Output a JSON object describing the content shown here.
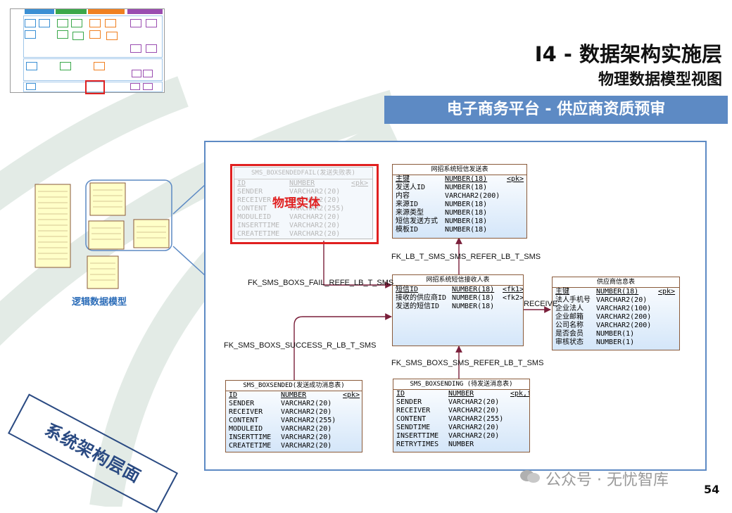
{
  "header": {
    "title": "I4 - 数据架构实施层",
    "subtitle": "物理数据模型视图",
    "band": "电子商务平台 - 供应商资质预审"
  },
  "logical_model": {
    "label": "逻辑数据模型"
  },
  "physical_label": "物理实体",
  "entities": {
    "failed": {
      "title": "SMS_BOXSENDEDFAIL(发送失败表)",
      "rows": [
        {
          "name": "ID",
          "type": "NUMBER",
          "key": "<pk>"
        },
        {
          "name": "SENDER",
          "type": "VARCHAR2(20)",
          "key": ""
        },
        {
          "name": "RECEIVER",
          "type": "VARCHAR2(20)",
          "key": ""
        },
        {
          "name": "CONTENT",
          "type": "VARCHAR2(255)",
          "key": ""
        },
        {
          "name": "MODULEID",
          "type": "VARCHAR2(20)",
          "key": ""
        },
        {
          "name": "INSERTTIME",
          "type": "VARCHAR2(20)",
          "key": ""
        },
        {
          "name": "CREATETIME",
          "type": "VARCHAR2(20)",
          "key": ""
        }
      ]
    },
    "sms_send": {
      "title": "网招系统短信发送表",
      "rows": [
        {
          "name": "主键",
          "type": "NUMBER(18)",
          "key": "<pk>"
        },
        {
          "name": "发送人ID",
          "type": "NUMBER(18)",
          "key": ""
        },
        {
          "name": "内容",
          "type": "VARCHAR2(200)",
          "key": ""
        },
        {
          "name": "来源ID",
          "type": "NUMBER(18)",
          "key": ""
        },
        {
          "name": "来源类型",
          "type": "NUMBER(18)",
          "key": ""
        },
        {
          "name": "短信发送方式",
          "type": "NUMBER(18)",
          "key": ""
        },
        {
          "name": "模板ID",
          "type": "NUMBER(18)",
          "key": ""
        }
      ]
    },
    "sms_receiver": {
      "title": "网招系统短信接收人表",
      "rows": [
        {
          "name": "短信ID",
          "type": "NUMBER(18)",
          "key": "<fk1>"
        },
        {
          "name": "接收的供应商ID",
          "type": "NUMBER(18)",
          "key": "<fk2>"
        },
        {
          "name": "发送的短信ID",
          "type": "NUMBER(18)",
          "key": ""
        }
      ]
    },
    "supplier": {
      "title": "供应商信息表",
      "rows": [
        {
          "name": "主键",
          "type": "NUMBER(18)",
          "key": "<pk>"
        },
        {
          "name": "法人手机号",
          "type": "VARCHAR2(20)",
          "key": ""
        },
        {
          "name": "企业法人",
          "type": "VARCHAR2(100)",
          "key": ""
        },
        {
          "name": "企业邮箱",
          "type": "VARCHAR2(200)",
          "key": ""
        },
        {
          "name": "公司名称",
          "type": "VARCHAR2(200)",
          "key": ""
        },
        {
          "name": "是否会员",
          "type": "NUMBER(1)",
          "key": ""
        },
        {
          "name": "审核状态",
          "type": "NUMBER(1)",
          "key": ""
        }
      ]
    },
    "sended": {
      "title": "SMS_BOXSENDED(发送成功消息表)",
      "rows": [
        {
          "name": "ID",
          "type": "NUMBER",
          "key": "<pk>"
        },
        {
          "name": "SENDER",
          "type": "VARCHAR2(20)",
          "key": ""
        },
        {
          "name": "RECEIVER",
          "type": "VARCHAR2(20)",
          "key": ""
        },
        {
          "name": "CONTENT",
          "type": "VARCHAR2(255)",
          "key": ""
        },
        {
          "name": "MODULEID",
          "type": "VARCHAR2(20)",
          "key": ""
        },
        {
          "name": "INSERTTIME",
          "type": "VARCHAR2(20)",
          "key": ""
        },
        {
          "name": "CREATETIME",
          "type": "VARCHAR2(20)",
          "key": ""
        }
      ]
    },
    "sending": {
      "title": "SMS_BOXSENDING (待发送消息表)",
      "rows": [
        {
          "name": "ID",
          "type": "NUMBER",
          "key": "<pk,fk>"
        },
        {
          "name": "SENDER",
          "type": "VARCHAR2(20)",
          "key": ""
        },
        {
          "name": "RECEIVER",
          "type": "VARCHAR2(20)",
          "key": ""
        },
        {
          "name": "CONTENT",
          "type": "VARCHAR2(255)",
          "key": ""
        },
        {
          "name": "SENDTIME",
          "type": "VARCHAR2(20)",
          "key": ""
        },
        {
          "name": "INSERTTIME",
          "type": "VARCHAR2(20)",
          "key": ""
        },
        {
          "name": "RETRYTIMES",
          "type": "NUMBER",
          "key": ""
        }
      ]
    }
  },
  "relations": {
    "fail": "FK_SMS_BOXS_FAIL_REFE_LB_T_SMS",
    "refer_top": "FK_LB_T_SMS_SMS_REFER_LB_T_SMS",
    "success": "FK_SMS_BOXS_SUCCESS_R_LB_T_SMS",
    "refer_bottom": "FK_SMS_BOXS_SMS_REFER_LB_T_SMS",
    "receive": "RECEIVE"
  },
  "stamp": "系统架构层面",
  "watermark": "公众号 · 无忧智库",
  "page_number": "54",
  "colors": {
    "accent_band": "#5d8ac4",
    "highlight": "#e02020",
    "entity_border": "#8a5a3a",
    "relation": "#7a1f3a"
  }
}
